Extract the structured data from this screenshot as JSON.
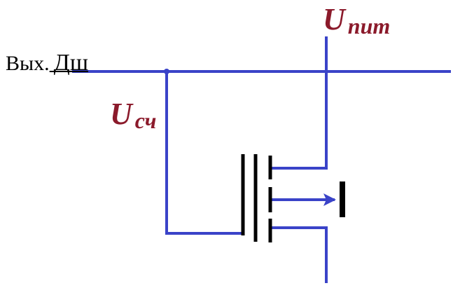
{
  "labels": {
    "output_prefix": "Вых.",
    "output_name": "Дш",
    "supply_voltage": {
      "main": "U",
      "subscript": "пит"
    },
    "counter_voltage": {
      "main": "U",
      "subscript": "сч"
    }
  },
  "colors": {
    "wire": "#3a43c8",
    "label_accent": "#8b1a2b",
    "transistor_body": "#000000",
    "text": "#000000"
  }
}
